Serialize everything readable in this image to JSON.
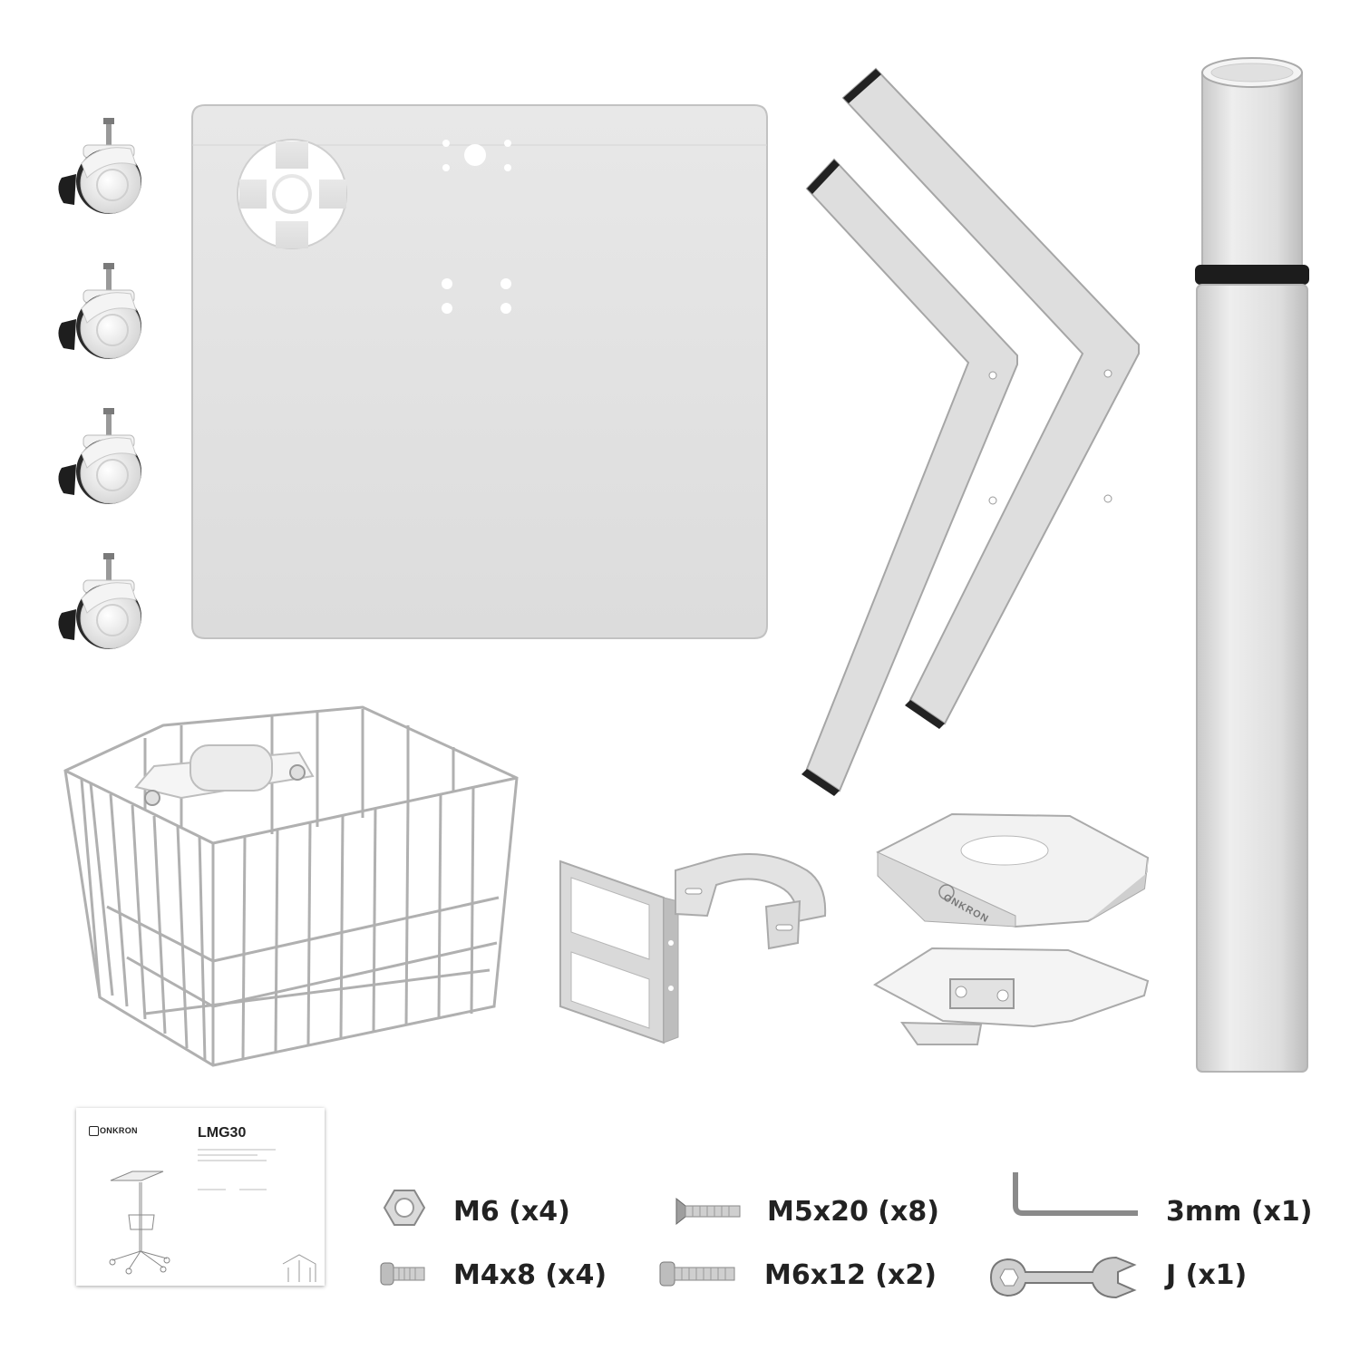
{
  "manual": {
    "brand": "ONKRON",
    "model": "LMG30"
  },
  "tray_logo": "ONKRON",
  "hardware": [
    {
      "id": "m6-nut",
      "label": "M6 (x4)",
      "icon": "hex-nut-icon"
    },
    {
      "id": "m4x8-screw",
      "label": "M4x8 (x4)",
      "icon": "pan-head-screw-icon"
    },
    {
      "id": "m5x20-screw",
      "label": "M5x20 (x8)",
      "icon": "countersunk-screw-icon"
    },
    {
      "id": "m6x12-screw",
      "label": "M6x12 (x2)",
      "icon": "pan-head-screw-icon"
    },
    {
      "id": "allen-key",
      "label": "3mm (x1)",
      "icon": "allen-key-icon"
    },
    {
      "id": "wrench",
      "label": "J (x1)",
      "icon": "wrench-icon"
    }
  ],
  "parts": [
    {
      "id": "casters",
      "icon": "caster-wheel-icon",
      "count": 4
    },
    {
      "id": "shelf",
      "icon": "shelf-plate-icon"
    },
    {
      "id": "base-legs",
      "icon": "base-leg-icon",
      "count": 2
    },
    {
      "id": "column",
      "icon": "telescopic-column-icon"
    },
    {
      "id": "basket",
      "icon": "wire-basket-icon"
    },
    {
      "id": "bracket",
      "icon": "bracket-icon"
    },
    {
      "id": "clamp",
      "icon": "u-clamp-icon"
    },
    {
      "id": "top-mount",
      "icon": "top-mount-plate-icon"
    },
    {
      "id": "base-mount",
      "icon": "base-mount-plate-icon"
    }
  ]
}
